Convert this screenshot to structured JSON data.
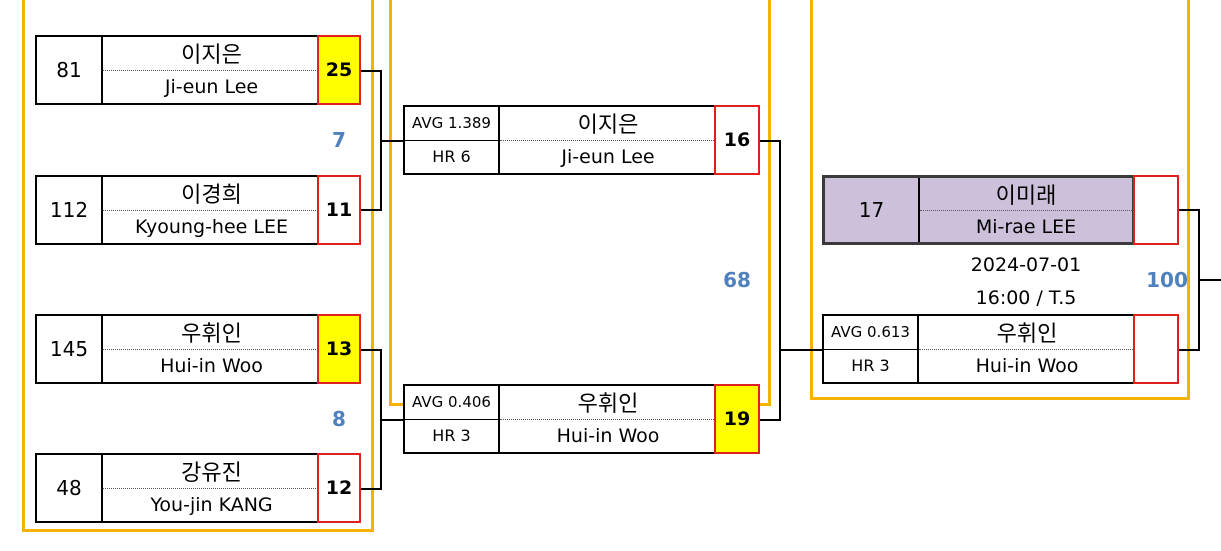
{
  "round1": [
    {
      "seed": "81",
      "name_ko": "이지은",
      "name_en": "Ji-eun Lee",
      "score": "25"
    },
    {
      "seed": "112",
      "name_ko": "이경희",
      "name_en": "Kyoung-hee LEE",
      "score": "11"
    },
    {
      "seed": "145",
      "name_ko": "우휘인",
      "name_en": "Hui-in Woo",
      "score": "13"
    },
    {
      "seed": "48",
      "name_ko": "강유진",
      "name_en": "You-jin KANG",
      "score": "12"
    }
  ],
  "match_numbers": {
    "m1": "7",
    "m2": "8",
    "m3": "68",
    "m4": "100"
  },
  "round2": [
    {
      "avg": "AVG 1.389",
      "hr": "HR 6",
      "name_ko": "이지은",
      "name_en": "Ji-eun Lee",
      "score": "16"
    },
    {
      "avg": "AVG 0.406",
      "hr": "HR 3",
      "name_ko": "우휘인",
      "name_en": "Hui-in Woo",
      "score": "19"
    }
  ],
  "round3": {
    "top": {
      "seed": "17",
      "name_ko": "이미래",
      "name_en": "Mi-rae LEE",
      "score": ""
    },
    "bottom": {
      "avg": "AVG 0.613",
      "hr": "HR 3",
      "name_ko": "우휘인",
      "name_en": "Hui-in Woo",
      "score": ""
    },
    "date": "2024-07-01",
    "time_table": "16:00 / T.5"
  },
  "colors": {
    "group_border": "#f5b301",
    "winner_fill": "#ffff00",
    "score_border": "#e0201b",
    "match_number": "#4f81bd",
    "seeded_fill": "#ccc0da"
  }
}
